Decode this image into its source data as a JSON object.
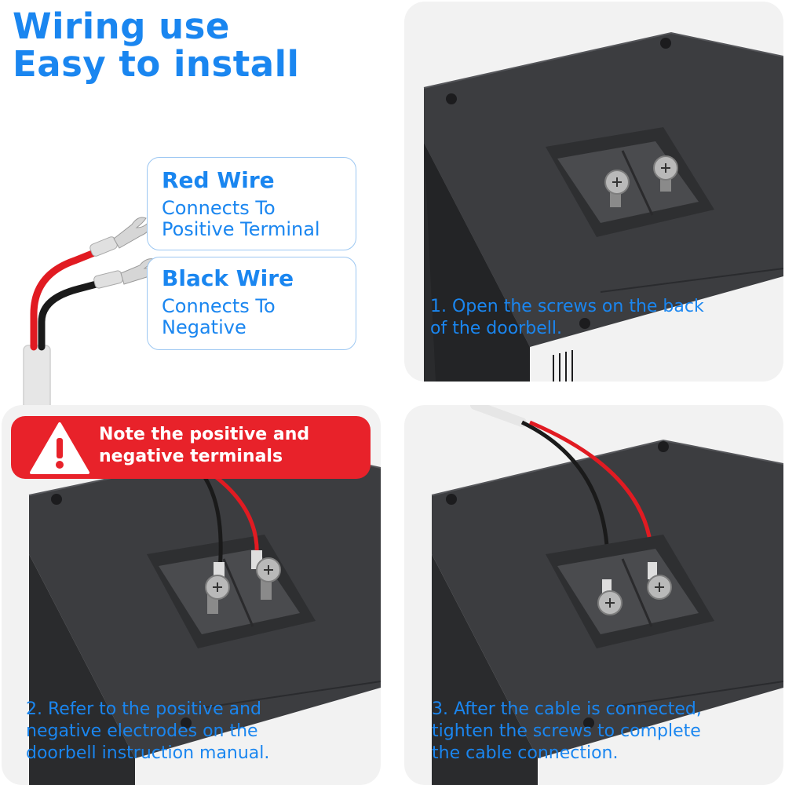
{
  "title": {
    "line1": "Wiring use",
    "line2": "Easy to install"
  },
  "labels": {
    "red": {
      "heading": "Red Wire",
      "line1": "Connects To",
      "line2": "Positive Terminal"
    },
    "black": {
      "heading": "Black Wire",
      "line1": "Connects To",
      "line2": "Negative"
    }
  },
  "note": {
    "line1": "Note the positive and",
    "line2": "negative terminals",
    "icon": "warning-icon"
  },
  "steps": {
    "step1": {
      "line1": "1. Open the screws on the back",
      "line2": "of the doorbell."
    },
    "step2": {
      "line1": "2. Refer to the positive and",
      "line2": "negative electrodes on the",
      "line3": "doorbell instruction manual."
    },
    "step3": {
      "line1": "3. After the cable is connected,",
      "line2": "tighten the screws to complete",
      "line3": "the cable connection."
    }
  },
  "colors": {
    "accent": "#1a86f0",
    "note_bg": "#e8222a",
    "red_wire": "#e11b22",
    "black_wire": "#1a1a1a",
    "device": "#3a3b3e",
    "panel_bg": "#f2f2f2"
  }
}
